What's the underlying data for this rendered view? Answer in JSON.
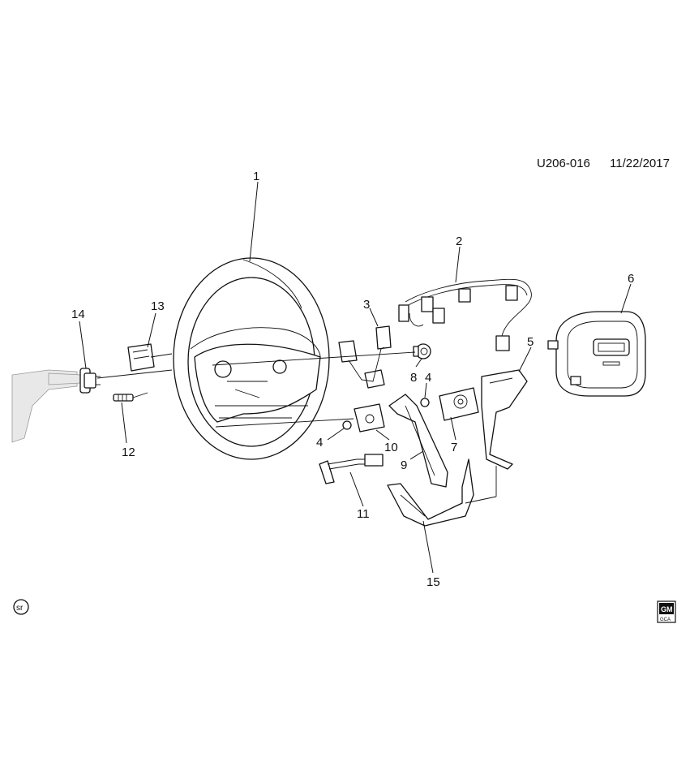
{
  "diagram": {
    "doc_id": "U206-016",
    "doc_date": "11/22/2017",
    "sr_symbol": "sr",
    "logo": {
      "top": "GM",
      "bottom": "GCA"
    },
    "callouts": [
      "1",
      "2",
      "3",
      "4",
      "4",
      "5",
      "6",
      "7",
      "8",
      "9",
      "10",
      "11",
      "12",
      "13",
      "14",
      "15"
    ]
  }
}
